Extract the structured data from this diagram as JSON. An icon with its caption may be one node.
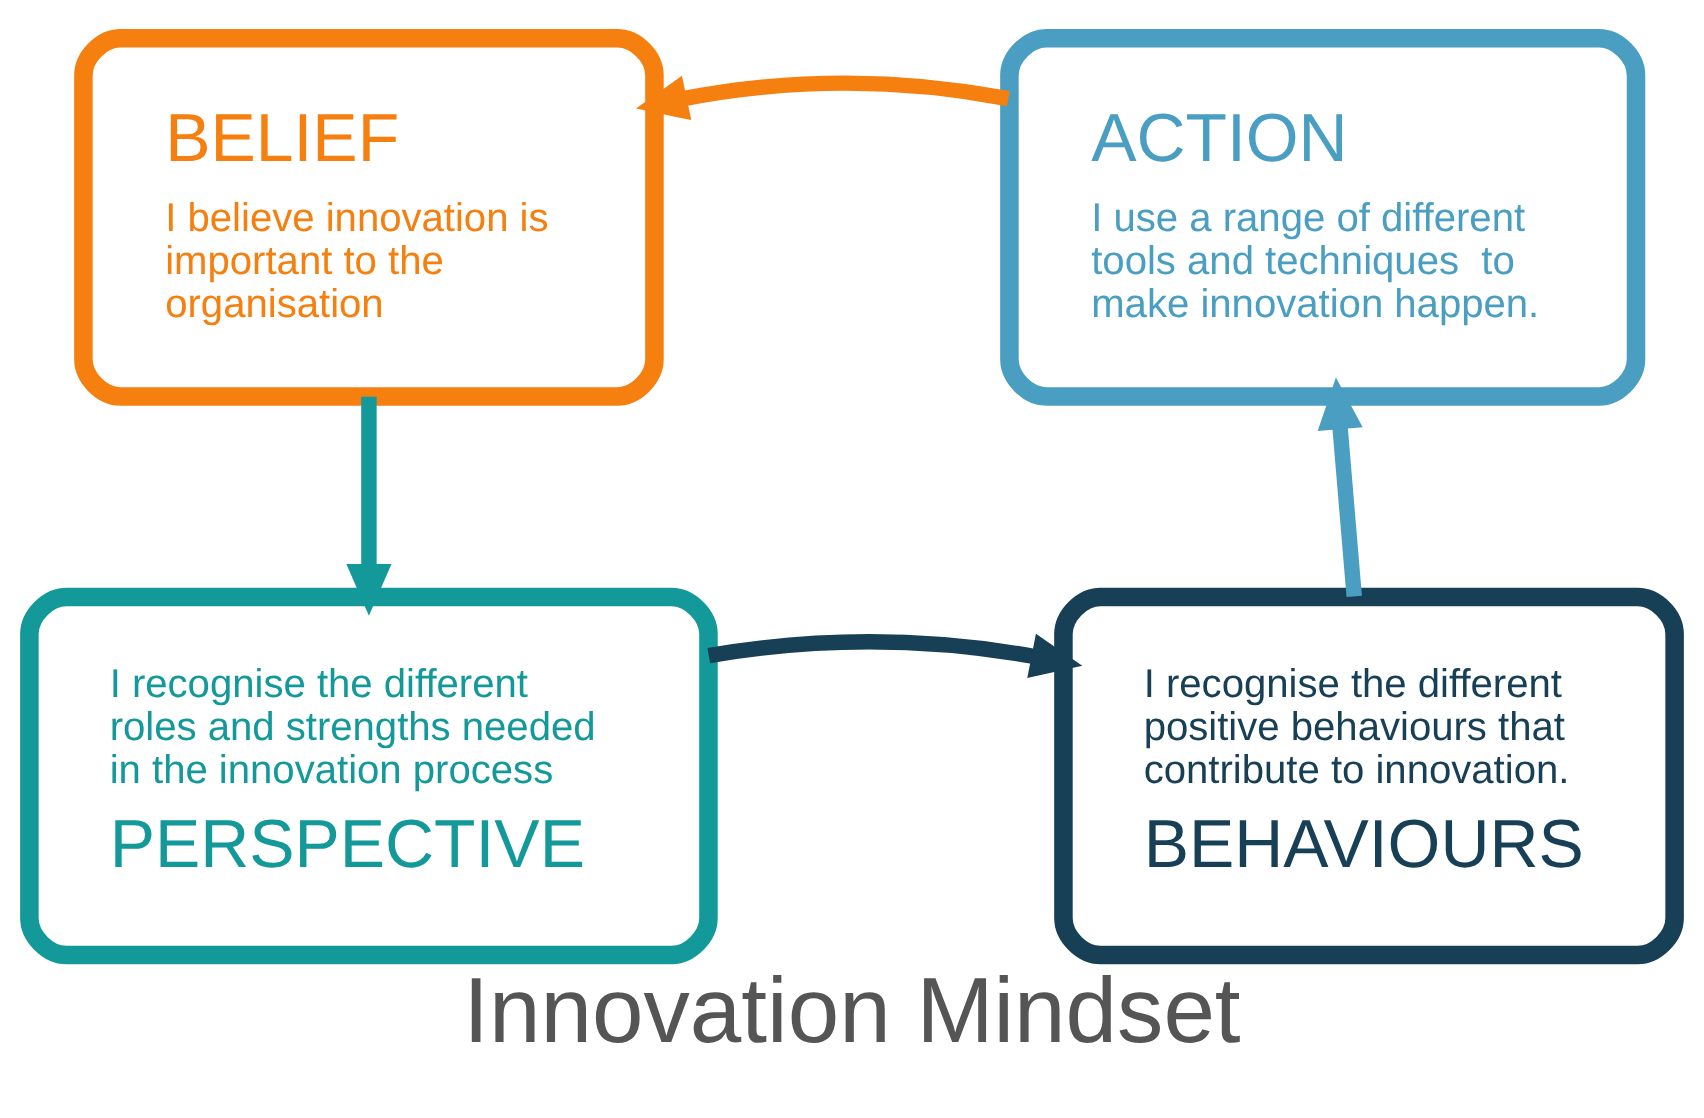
{
  "diagram": {
    "title": "Innovation Mindset",
    "nodes": [
      {
        "text": [
          "BELIEF",
          "I believe innovation is important to the organisation"
        ]
      },
      {
        "text": [
          "ACTION",
          "I use a range of different tools and techniques  to make innovation happen."
        ]
      },
      {
        "text": [
          "I recognise the different roles and strengths needed in the innovation process",
          "PERSPECTIVE"
        ]
      },
      {
        "text": [
          "I recognise the different positive behaviours that contribute to innovation.",
          "BEHAVIOURS"
        ]
      }
    ],
    "edges": [
      {
        "from": 1,
        "to": 0,
        "arrow": "to",
        "color": "#f57f0f"
      },
      {
        "from": 0,
        "to": 2,
        "arrow": "to",
        "color": "#13999a"
      },
      {
        "from": 2,
        "to": 3,
        "arrow": "to",
        "color": "#173f55"
      },
      {
        "from": 3,
        "to": 1,
        "arrow": "to",
        "color": "#4a9ec2"
      }
    ]
  }
}
